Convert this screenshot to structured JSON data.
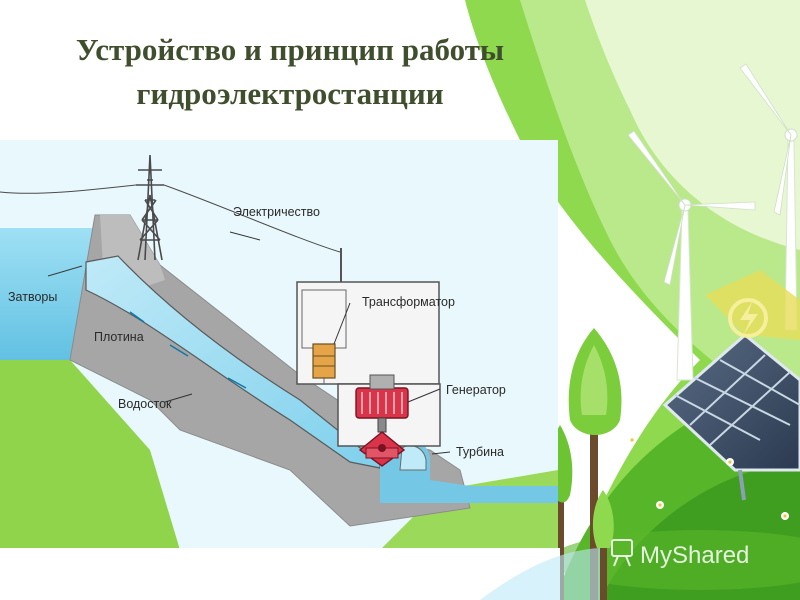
{
  "slide": {
    "title_line1": "Устройство и принцип работы",
    "title_line2": "гидроэлектростанции"
  },
  "labels": {
    "electricity": "Электричество",
    "gates": "Затворы",
    "dam": "Плотина",
    "transformer": "Трансформатор",
    "generator": "Генератор",
    "drain": "Водосток",
    "turbine": "Турбина"
  },
  "watermark": {
    "text": "MyShared"
  },
  "colors": {
    "water": "#8fd7ef",
    "dam": "#a9a9a9",
    "grass": "#8fd44a",
    "generator": "#d9344a",
    "deco_green": "#5ab52a"
  }
}
